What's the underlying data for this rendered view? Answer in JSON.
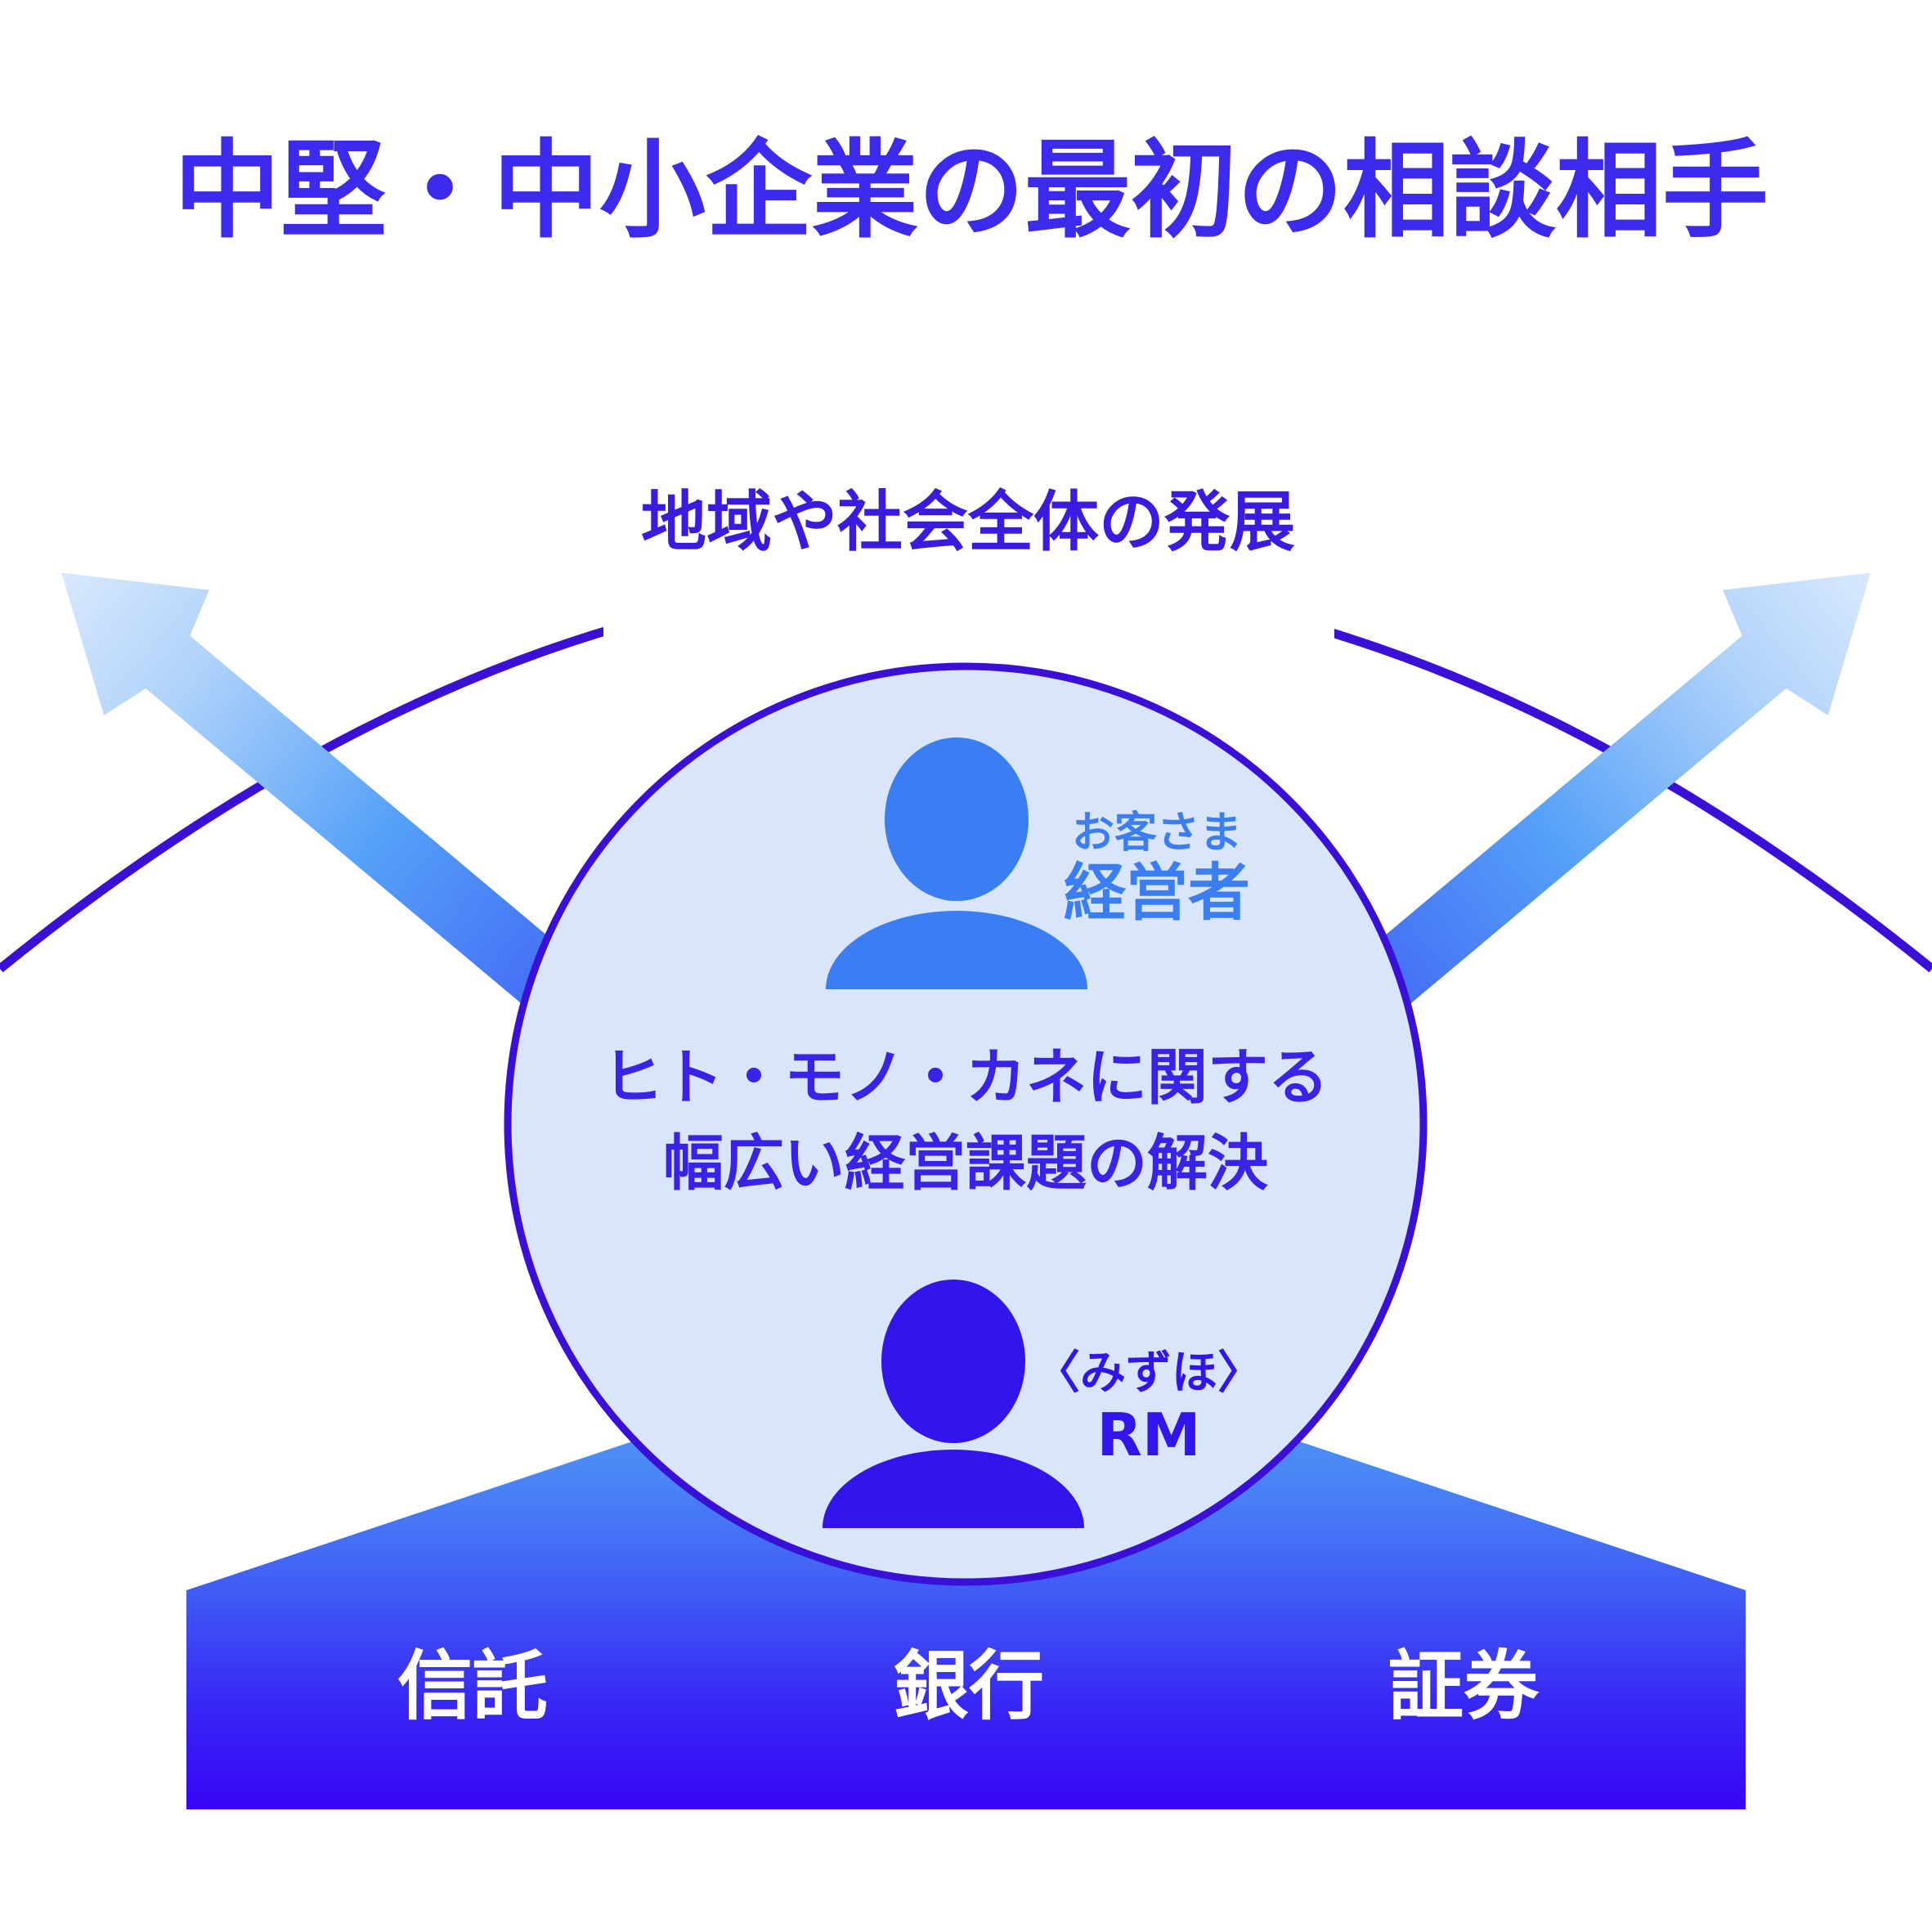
{
  "title": "中堅・中小企業の最初の相談相手",
  "arc": {
    "label": "地域や社会全体の発展"
  },
  "circle": {
    "customer": {
      "role": "お客さま",
      "label": "経営者"
    },
    "center_text_line1": "ヒト・モノ・カネに関する",
    "center_text_line2": "幅広い経営課題の解決",
    "mizuho": {
      "brand": "〈みずほ〉",
      "label": "RM"
    }
  },
  "foundation": {
    "items": [
      {
        "label": "信託"
      },
      {
        "label": "銀行"
      },
      {
        "label": "証券"
      }
    ]
  },
  "colors": {
    "title_blue": "#3C2BEE",
    "indigo_stroke": "#3A10D8",
    "circle_fill": "#D8E5FA",
    "customer_blue": "#3B7DF2",
    "mizuho_indigo": "#3214EC",
    "arrow_base": "#2E08F0",
    "arrow_mid": "#55A0F8",
    "arrow_tip": "#D9E9FD",
    "mountain_top": "#57A3F8",
    "mountain_bottom": "#3805F5",
    "foundation_text": "#ffffff"
  }
}
